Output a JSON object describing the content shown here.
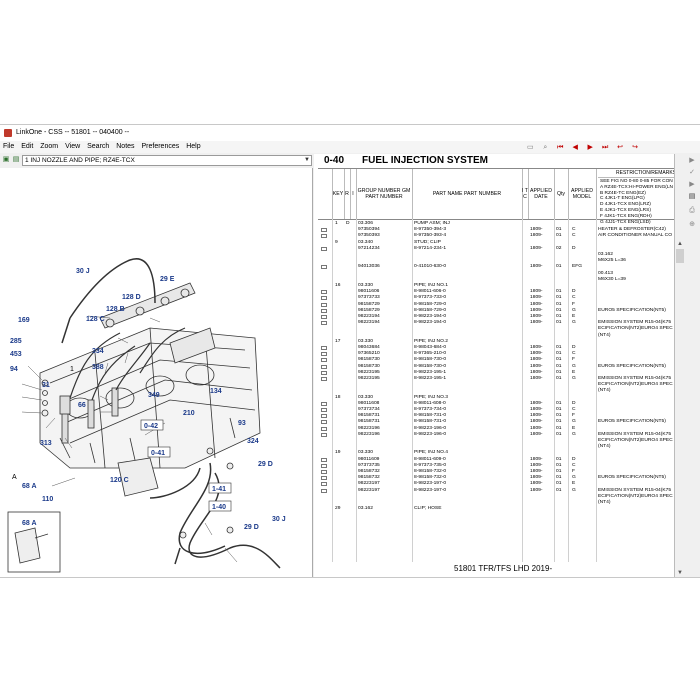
{
  "window": {
    "title": "LinkOne - CSS -- 51801 -- 040400 --"
  },
  "menu": {
    "items": [
      "File",
      "Edit",
      "Zoom",
      "View",
      "Search",
      "Notes",
      "Preferences",
      "Help"
    ]
  },
  "selector": {
    "value": "1 INJ NOZZLE AND PIPE; RZ4E-TCX"
  },
  "diagram": {
    "callouts": [
      {
        "id": "c30a",
        "text": "30 J"
      },
      {
        "id": "c29e",
        "text": "29 E"
      },
      {
        "id": "c128d",
        "text": "128 D"
      },
      {
        "id": "c128c",
        "text": "128 C"
      },
      {
        "id": "c128b",
        "text": "128 B"
      },
      {
        "id": "c169",
        "text": "169"
      },
      {
        "id": "c285",
        "text": "285"
      },
      {
        "id": "c453",
        "text": "453"
      },
      {
        "id": "c94",
        "text": "94"
      },
      {
        "id": "c334",
        "text": "334"
      },
      {
        "id": "c388",
        "text": "388"
      },
      {
        "id": "c31",
        "text": "31"
      },
      {
        "id": "c66",
        "text": "66"
      },
      {
        "id": "c349",
        "text": "349"
      },
      {
        "id": "c313",
        "text": "313"
      },
      {
        "id": "c134",
        "text": "134"
      },
      {
        "id": "c210",
        "text": "210"
      },
      {
        "id": "c042",
        "text": "0-42"
      },
      {
        "id": "c93",
        "text": "93"
      },
      {
        "id": "c324",
        "text": "324"
      },
      {
        "id": "c041",
        "text": "0-41"
      },
      {
        "id": "c120",
        "text": "120 C"
      },
      {
        "id": "c29d",
        "text": "29 D"
      },
      {
        "id": "c141",
        "text": "1-41"
      },
      {
        "id": "c140",
        "text": "1-40"
      },
      {
        "id": "c68a",
        "text": "68 A"
      },
      {
        "id": "c110",
        "text": "110"
      },
      {
        "id": "c68b",
        "text": "68 A"
      },
      {
        "id": "c29b",
        "text": "29 D"
      },
      {
        "id": "c30b",
        "text": "30 J"
      },
      {
        "id": "cA",
        "text": "A"
      },
      {
        "id": "c1",
        "text": "1"
      }
    ]
  },
  "section": {
    "code": "0-40",
    "name": "FUEL INJECTION SYSTEM"
  },
  "table": {
    "headers": {
      "key": "KEY",
      "r": "R",
      "i": "I",
      "group": "GROUP NUMBER GM PART NUMBER",
      "part": "PART NAME PART NUMBER",
      "itc": "I T C",
      "applied": "APPLIED DATE",
      "qty": "Qty",
      "model": "APPLIED MODEL",
      "restriction": "RESTRICTION/REMARKS"
    },
    "restriction_lines": [
      "SEE FIG NO 0-80 0-85 FOR CON",
      "A RZ4E-TCX:HI-POWER ENG(LN",
      "B RZ4E-TC ENG(EZ)",
      "C 4JK1-T ENG(LPG)",
      "D 4JK1-TCX ENG(LRZ)",
      "E 4JK1-TCX ENG(LRS)",
      "F 4JK1-TCX ENG(RDH)",
      "G 4JJ1-TCX ENG(LSD)"
    ],
    "rows": [
      {
        "chk": false,
        "key": "1",
        "ri": "D",
        "grp": "03.306",
        "pn": "PUMP ASM; INJ",
        "date": "",
        "qty": "",
        "model": "",
        "restr": ""
      },
      {
        "chk": true,
        "key": "",
        "ri": "",
        "grp": "97350394",
        "pn": "8-97350-394-3",
        "date": "1809-",
        "qty": "01",
        "model": "C",
        "restr": "HEATER & DEFROSTER(C42)"
      },
      {
        "chk": true,
        "key": "",
        "ri": "",
        "grp": "97350393",
        "pn": "8-97350-393-4",
        "date": "1809-",
        "qty": "01",
        "model": "C",
        "restr": "AIR CONDITIONER MANUAL CO"
      },
      {
        "chk": false,
        "key": "9",
        "ri": "",
        "grp": "03.340",
        "pn": "STUD; CLIP",
        "date": "",
        "qty": "",
        "model": "",
        "restr": ""
      },
      {
        "chk": true,
        "key": "",
        "ri": "",
        "grp": "97214234",
        "pn": "8-97214-234-1",
        "date": "1809-",
        "qty": "02",
        "model": "D",
        "restr": ""
      },
      {
        "chk": false,
        "key": "",
        "ri": "",
        "grp": "",
        "pn": "",
        "date": "",
        "qty": "",
        "model": "",
        "restr": "03.162"
      },
      {
        "chk": false,
        "key": "",
        "ri": "",
        "grp": "",
        "pn": "",
        "date": "",
        "qty": "",
        "model": "",
        "restr": "M6X25 L=36"
      },
      {
        "chk": true,
        "key": "",
        "ri": "",
        "grp": "94013036",
        "pn": "0-41010-630-0",
        "date": "1809-",
        "qty": "01",
        "model": "EFG",
        "restr": ""
      },
      {
        "chk": false,
        "key": "",
        "ri": "",
        "grp": "",
        "pn": "",
        "date": "",
        "qty": "",
        "model": "",
        "restr": "00.413"
      },
      {
        "chk": false,
        "key": "",
        "ri": "",
        "grp": "",
        "pn": "",
        "date": "",
        "qty": "",
        "model": "",
        "restr": "M6X30 L=39"
      },
      {
        "chk": false,
        "key": "16",
        "ri": "",
        "grp": "03.330",
        "pn": "PIPE; INJ NO.1",
        "date": "",
        "qty": "",
        "model": "",
        "restr": ""
      },
      {
        "chk": true,
        "key": "",
        "ri": "",
        "grp": "98011606",
        "pn": "8-98011-606-0",
        "date": "1809-",
        "qty": "01",
        "model": "D",
        "restr": ""
      },
      {
        "chk": true,
        "key": "",
        "ri": "",
        "grp": "97373733",
        "pn": "8-97373-733-0",
        "date": "1809-",
        "qty": "01",
        "model": "C",
        "restr": ""
      },
      {
        "chk": true,
        "key": "",
        "ri": "",
        "grp": "98158729",
        "pn": "8-98158-729-0",
        "date": "1809-",
        "qty": "01",
        "model": "F",
        "restr": ""
      },
      {
        "chk": true,
        "key": "",
        "ri": "",
        "grp": "98158729",
        "pn": "8-98158-729-0",
        "date": "1809-",
        "qty": "01",
        "model": "G",
        "restr": "EURO5 SPECIFICATION(NT5)"
      },
      {
        "chk": true,
        "key": "",
        "ri": "",
        "grp": "98223194",
        "pn": "8-98223-194-0",
        "date": "1809-",
        "qty": "01",
        "model": "E",
        "restr": ""
      },
      {
        "chk": true,
        "key": "",
        "ri": "",
        "grp": "98223194",
        "pn": "8-98223-194-0",
        "date": "1809-",
        "qty": "01",
        "model": "G",
        "restr": "EMISSION SYSTEM R15-04(K75"
      },
      {
        "chk": false,
        "key": "",
        "ri": "",
        "grp": "",
        "pn": "",
        "date": "",
        "qty": "",
        "model": "",
        "restr": "ECIFICATION(NT2)EURO4 SPEC"
      },
      {
        "chk": false,
        "key": "",
        "ri": "",
        "grp": "",
        "pn": "",
        "date": "",
        "qty": "",
        "model": "",
        "restr": "(NT4)"
      },
      {
        "chk": false,
        "key": "17",
        "ri": "",
        "grp": "03.330",
        "pn": "PIPE; INJ NO.2",
        "date": "",
        "qty": "",
        "model": "",
        "restr": ""
      },
      {
        "chk": true,
        "key": "",
        "ri": "",
        "grp": "98043684",
        "pn": "8-98043-684-0",
        "date": "1809-",
        "qty": "01",
        "model": "D",
        "restr": ""
      },
      {
        "chk": true,
        "key": "",
        "ri": "",
        "grp": "97365210",
        "pn": "8-97365-210-0",
        "date": "1809-",
        "qty": "01",
        "model": "C",
        "restr": ""
      },
      {
        "chk": true,
        "key": "",
        "ri": "",
        "grp": "98158730",
        "pn": "8-98158-730-0",
        "date": "1809-",
        "qty": "01",
        "model": "F",
        "restr": ""
      },
      {
        "chk": true,
        "key": "",
        "ri": "",
        "grp": "98158730",
        "pn": "8-98158-730-0",
        "date": "1809-",
        "qty": "01",
        "model": "G",
        "restr": "EURO5 SPECIFICATION(NT5)"
      },
      {
        "chk": true,
        "key": "",
        "ri": "",
        "grp": "98223195",
        "pn": "8-98223-195-1",
        "date": "1809-",
        "qty": "01",
        "model": "E",
        "restr": ""
      },
      {
        "chk": true,
        "key": "",
        "ri": "",
        "grp": "98223195",
        "pn": "8-98223-195-1",
        "date": "1809-",
        "qty": "01",
        "model": "G",
        "restr": "EMISSION SYSTEM R15-04(K75"
      },
      {
        "chk": false,
        "key": "",
        "ri": "",
        "grp": "",
        "pn": "",
        "date": "",
        "qty": "",
        "model": "",
        "restr": "ECIFICATION(NT2)EURO4 SPEC"
      },
      {
        "chk": false,
        "key": "",
        "ri": "",
        "grp": "",
        "pn": "",
        "date": "",
        "qty": "",
        "model": "",
        "restr": "(NT4)"
      },
      {
        "chk": false,
        "key": "18",
        "ri": "",
        "grp": "03.330",
        "pn": "PIPE; INJ NO.3",
        "date": "",
        "qty": "",
        "model": "",
        "restr": ""
      },
      {
        "chk": true,
        "key": "",
        "ri": "",
        "grp": "98011608",
        "pn": "8-98011-608-0",
        "date": "1809-",
        "qty": "01",
        "model": "D",
        "restr": ""
      },
      {
        "chk": true,
        "key": "",
        "ri": "",
        "grp": "97373734",
        "pn": "8-97373-734-0",
        "date": "1809-",
        "qty": "01",
        "model": "C",
        "restr": ""
      },
      {
        "chk": true,
        "key": "",
        "ri": "",
        "grp": "98158731",
        "pn": "8-98158-731-0",
        "date": "1809-",
        "qty": "01",
        "model": "F",
        "restr": ""
      },
      {
        "chk": true,
        "key": "",
        "ri": "",
        "grp": "98158731",
        "pn": "8-98158-731-0",
        "date": "1809-",
        "qty": "01",
        "model": "G",
        "restr": "EURO5 SPECIFICATION(NT5)"
      },
      {
        "chk": true,
        "key": "",
        "ri": "",
        "grp": "98223196",
        "pn": "8-98223-196-0",
        "date": "1809-",
        "qty": "01",
        "model": "E",
        "restr": ""
      },
      {
        "chk": true,
        "key": "",
        "ri": "",
        "grp": "98223196",
        "pn": "8-98223-196-0",
        "date": "1809-",
        "qty": "01",
        "model": "G",
        "restr": "EMISSION SYSTEM R15-04(K75"
      },
      {
        "chk": false,
        "key": "",
        "ri": "",
        "grp": "",
        "pn": "",
        "date": "",
        "qty": "",
        "model": "",
        "restr": "ECIFICATION(NT2)EURO4 SPEC"
      },
      {
        "chk": false,
        "key": "",
        "ri": "",
        "grp": "",
        "pn": "",
        "date": "",
        "qty": "",
        "model": "",
        "restr": "(NT4)"
      },
      {
        "chk": false,
        "key": "19",
        "ri": "",
        "grp": "03.330",
        "pn": "PIPE; INJ NO.4",
        "date": "",
        "qty": "",
        "model": "",
        "restr": ""
      },
      {
        "chk": true,
        "key": "",
        "ri": "",
        "grp": "98011609",
        "pn": "8-98011-609-0",
        "date": "1809-",
        "qty": "01",
        "model": "D",
        "restr": ""
      },
      {
        "chk": true,
        "key": "",
        "ri": "",
        "grp": "97373735",
        "pn": "8-97373-735-0",
        "date": "1809-",
        "qty": "01",
        "model": "C",
        "restr": ""
      },
      {
        "chk": true,
        "key": "",
        "ri": "",
        "grp": "98158732",
        "pn": "8-98158-732-0",
        "date": "1809-",
        "qty": "01",
        "model": "F",
        "restr": ""
      },
      {
        "chk": true,
        "key": "",
        "ri": "",
        "grp": "98158732",
        "pn": "8-98158-732-0",
        "date": "1809-",
        "qty": "01",
        "model": "G",
        "restr": "EURO5 SPECIFICATION(NT5)"
      },
      {
        "chk": true,
        "key": "",
        "ri": "",
        "grp": "98223197",
        "pn": "8-98223-197-0",
        "date": "1809-",
        "qty": "01",
        "model": "E",
        "restr": ""
      },
      {
        "chk": true,
        "key": "",
        "ri": "",
        "grp": "98223197",
        "pn": "8-98223-197-0",
        "date": "1809-",
        "qty": "01",
        "model": "G",
        "restr": "EMISSION SYSTEM R15-04(K75"
      },
      {
        "chk": false,
        "key": "",
        "ri": "",
        "grp": "",
        "pn": "",
        "date": "",
        "qty": "",
        "model": "",
        "restr": "ECIFICATION(NT2)EURO4 SPEC"
      },
      {
        "chk": false,
        "key": "",
        "ri": "",
        "grp": "",
        "pn": "",
        "date": "",
        "qty": "",
        "model": "",
        "restr": "(NT4)"
      },
      {
        "chk": false,
        "key": "29",
        "ri": "",
        "grp": "03.162",
        "pn": "CLIP; HOSE",
        "date": "",
        "qty": "",
        "model": "",
        "restr": ""
      }
    ]
  },
  "footer": {
    "text": "51801 TFR/TFS LHD 2019-"
  },
  "colors": {
    "callout": "#1b3a8a",
    "toolbar_red": "#c00000"
  }
}
